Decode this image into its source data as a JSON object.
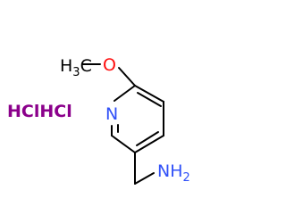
{
  "molecule": {
    "labels": {
      "methyl_main": "H",
      "methyl_sub": "3",
      "methyl_tail": "C",
      "oxygen": "O",
      "nitrogen": "N",
      "amine_main": "NH",
      "amine_sub": "2",
      "salt": "HClHCl"
    },
    "colors": {
      "bond": "#000000",
      "carbon": "#000000",
      "oxygen": "#ff0d0d",
      "nitrogen": "#3050f8",
      "salt": "#8b008b"
    }
  }
}
